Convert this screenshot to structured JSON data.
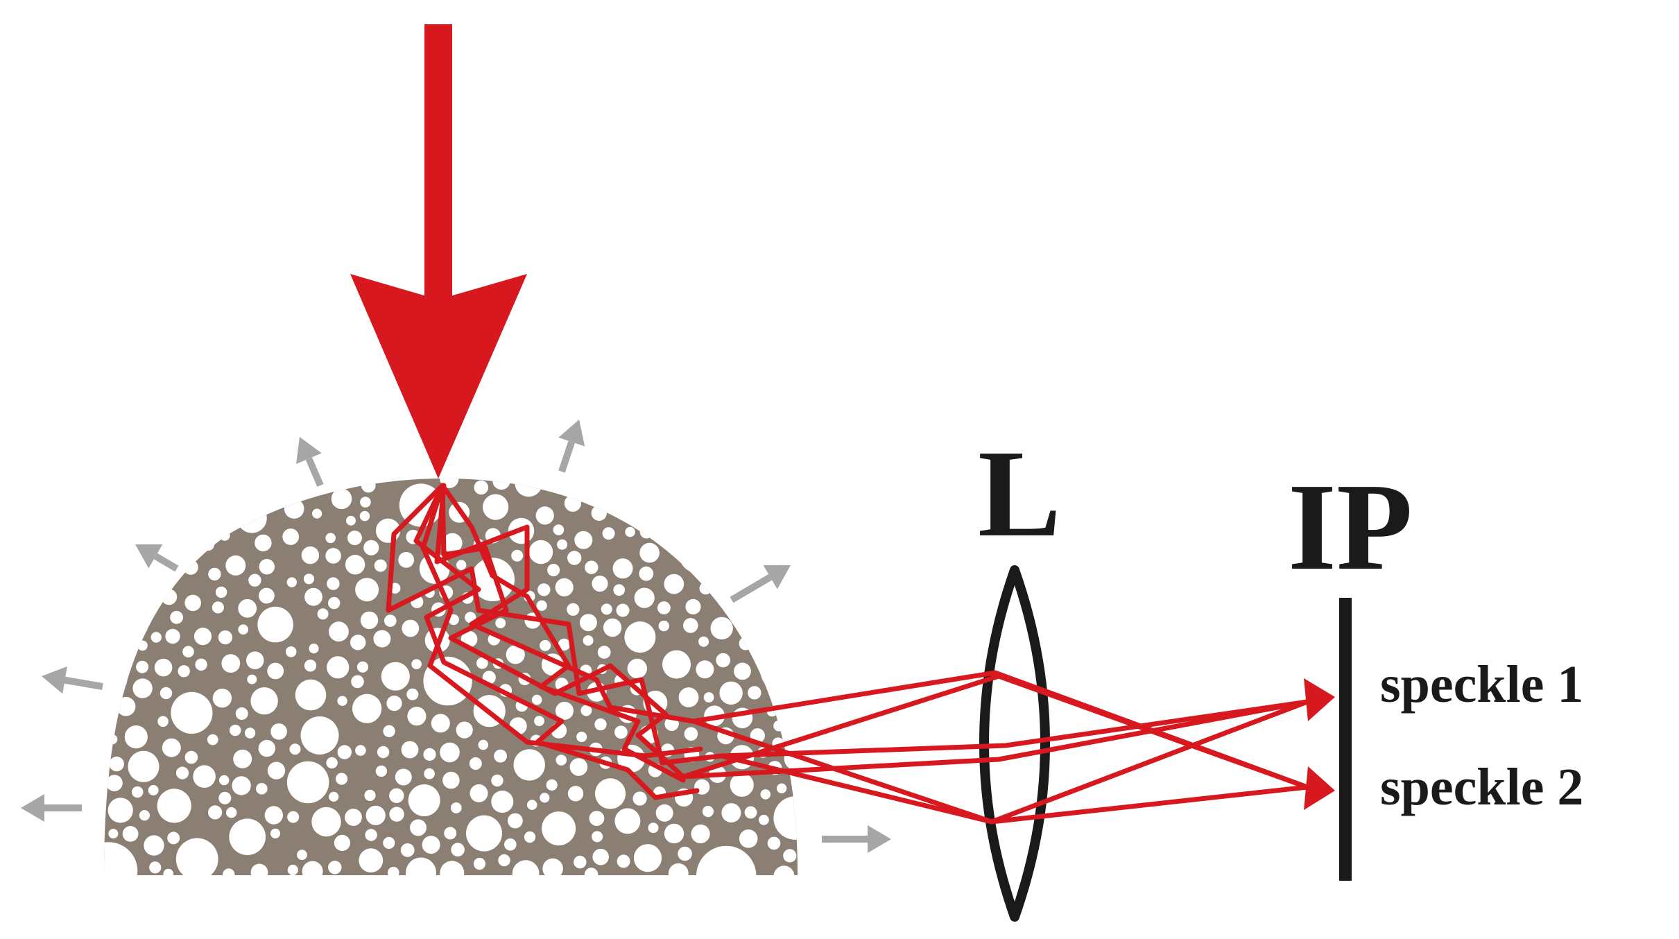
{
  "labels": {
    "lens": "L",
    "image_plane": "IP",
    "speckle_1": "speckle 1",
    "speckle_2": "speckle 2"
  },
  "colors": {
    "beam_red": "#d7191f",
    "foam_brown": "#8b7e72",
    "gray_arrow": "#a6a6a6",
    "ink": "#1a1a1a",
    "background": "#ffffff"
  }
}
